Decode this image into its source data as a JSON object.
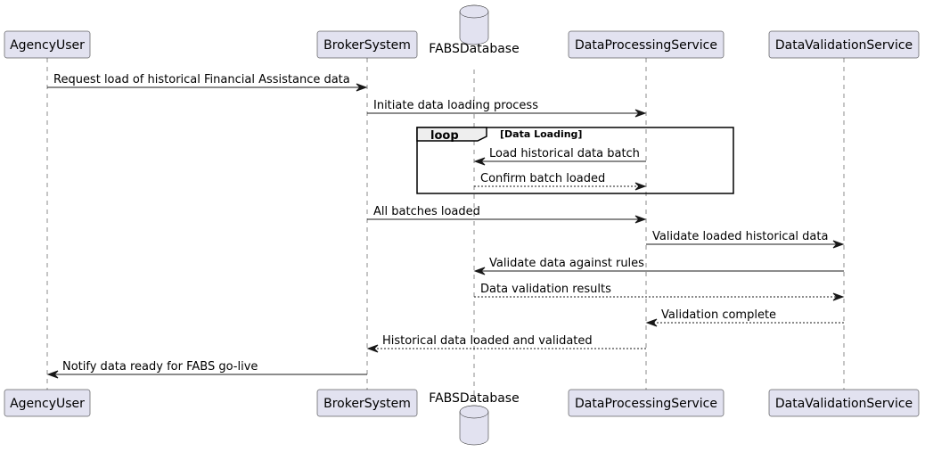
{
  "participants": [
    {
      "id": "agency",
      "label": "AgencyUser",
      "kind": "participant"
    },
    {
      "id": "broker",
      "label": "BrokerSystem",
      "kind": "participant"
    },
    {
      "id": "fabs",
      "label": "FABSDatabase",
      "kind": "database"
    },
    {
      "id": "dps",
      "label": "DataProcessingService",
      "kind": "participant"
    },
    {
      "id": "dvs",
      "label": "DataValidationService",
      "kind": "participant"
    }
  ],
  "messages": [
    {
      "from": "agency",
      "to": "broker",
      "label": "Request load of historical Financial Assistance data",
      "style": "solid"
    },
    {
      "from": "broker",
      "to": "dps",
      "label": "Initiate data loading process",
      "style": "solid"
    },
    {
      "from": "dps",
      "to": "fabs",
      "label": "Load historical data batch",
      "style": "solid"
    },
    {
      "from": "fabs",
      "to": "dps",
      "label": "Confirm batch loaded",
      "style": "dashed"
    },
    {
      "from": "broker",
      "to": "dps",
      "label": "All batches loaded",
      "style": "solid"
    },
    {
      "from": "dps",
      "to": "dvs",
      "label": "Validate loaded historical data",
      "style": "solid"
    },
    {
      "from": "dvs",
      "to": "fabs",
      "label": "Validate data against rules",
      "style": "solid"
    },
    {
      "from": "fabs",
      "to": "dvs",
      "label": "Data validation results",
      "style": "dashed"
    },
    {
      "from": "dvs",
      "to": "dps",
      "label": "Validation complete",
      "style": "dashed"
    },
    {
      "from": "dps",
      "to": "broker",
      "label": "Historical data loaded and validated",
      "style": "dashed"
    },
    {
      "from": "broker",
      "to": "agency",
      "label": "Notify data ready for FABS go-live",
      "style": "solid"
    }
  ],
  "fragments": [
    {
      "type": "loop",
      "keyword": "loop",
      "condition": "[Data Loading]",
      "first_message": 2,
      "last_message": 3
    }
  ],
  "colors": {
    "participant_fill": "#E2E2F0",
    "border": "#181818",
    "loop_tab_fill": "#EEEEEE"
  }
}
